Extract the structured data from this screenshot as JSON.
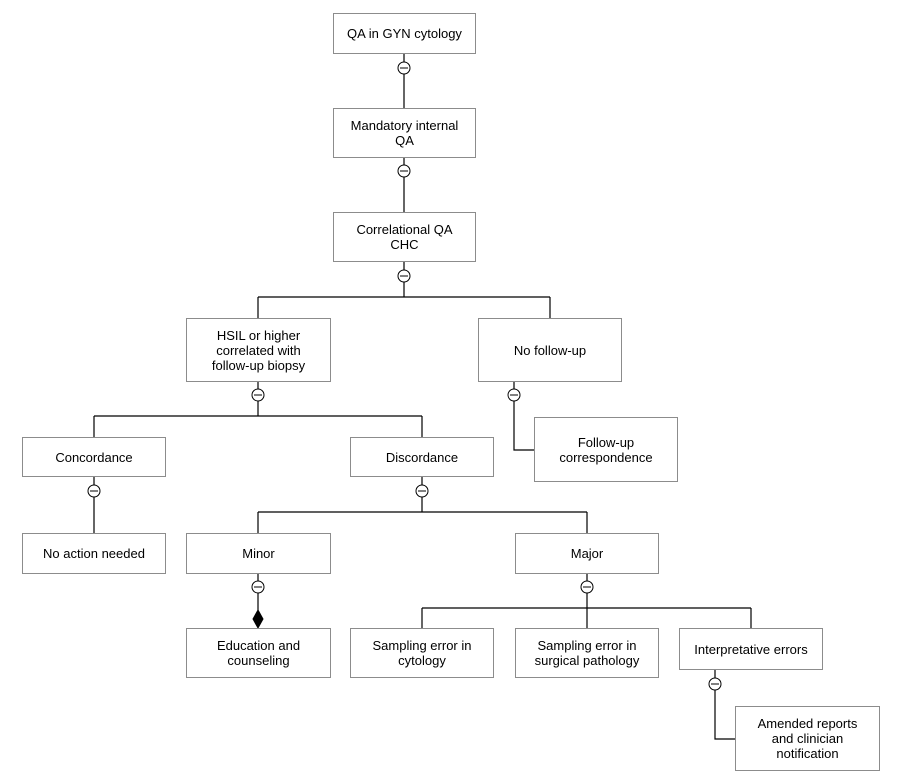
{
  "nodes": {
    "root": "QA in GYN cytology",
    "mandatory": "Mandatory internal\nQA",
    "correlational": "Correlational QA\nCHC",
    "hsil": "HSIL or higher\ncorrelated with\nfollow-up biopsy",
    "no_follow_up": "No follow-up",
    "follow_up_corr": "Follow-up\ncorrespondence",
    "concordance": "Concordance",
    "discordance": "Discordance",
    "no_action": "No action needed",
    "minor": "Minor",
    "major": "Major",
    "education": "Education and\ncounseling",
    "sampling_cytology": "Sampling error in\ncytology",
    "sampling_surgical": "Sampling error in\nsurgical pathology",
    "interpretative": "Interpretative errors",
    "amended": "Amended reports\nand clinician\nnotification"
  },
  "colors": {
    "border": "#8c8c8c",
    "line": "#000000",
    "background": "#ffffff"
  }
}
